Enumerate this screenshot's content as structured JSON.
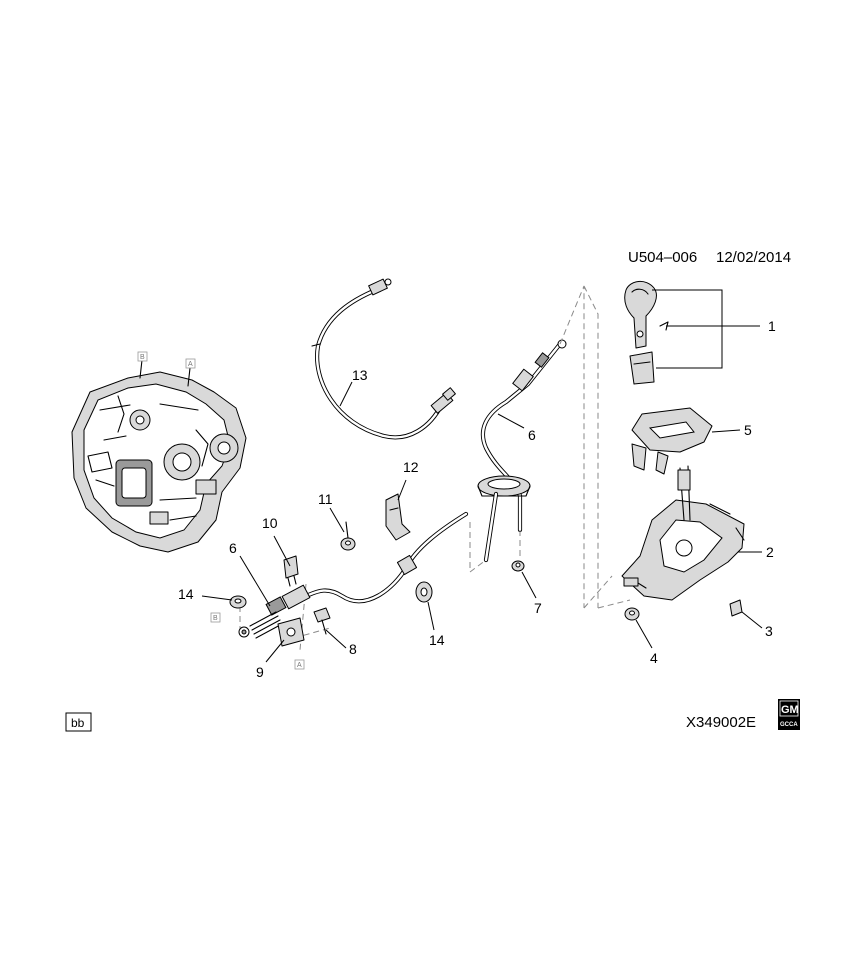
{
  "header": {
    "code": "U504–006",
    "date": "12/02/2014"
  },
  "footer": {
    "drawing_number": "X349002E",
    "badge": "bb"
  },
  "logo": {
    "letters": "GM",
    "sub": "GCCA"
  },
  "reference_markers": {
    "a": "A",
    "b": "B"
  },
  "callouts": {
    "c1": "1",
    "c2": "2",
    "c3": "3",
    "c4": "4",
    "c5": "5",
    "c6a": "6",
    "c6b": "6",
    "c7": "7",
    "c8": "8",
    "c9": "9",
    "c10": "10",
    "c11": "11",
    "c12": "12",
    "c13": "13",
    "c14a": "14",
    "c14b": "14"
  }
}
